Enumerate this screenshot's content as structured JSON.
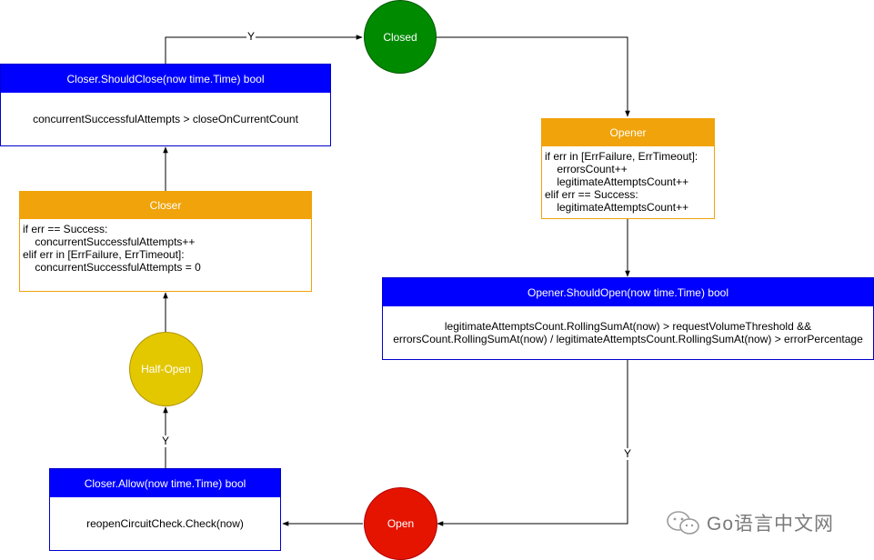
{
  "states": {
    "closed": "Closed",
    "open": "Open",
    "half_open": "Half-Open"
  },
  "closer_should_close": {
    "header": "Closer.ShouldClose(now time.Time) bool",
    "body": "concurrentSuccessfulAttempts > closeOnCurrentCount"
  },
  "closer": {
    "header": "Closer",
    "body": "if err == Success:\n    concurrentSuccessfulAttempts++\nelif err in [ErrFailure, ErrTimeout]:\n    concurrentSuccessfulAttempts = 0"
  },
  "closer_allow": {
    "header": "Closer.Allow(now time.Time) bool",
    "body": "reopenCircuitCheck.Check(now)"
  },
  "opener": {
    "header": "Opener",
    "body": "if err in [ErrFailure, ErrTimeout]:\n    errorsCount++\n    legitimateAttemptsCount++\nelif err == Success:\n    legitimateAttemptsCount++"
  },
  "opener_should_open": {
    "header": "Opener.ShouldOpen(now time.Time) bool",
    "body_line1": "legitimateAttemptsCount.RollingSumAt(now) > requestVolumeThreshold &&",
    "body_line2": "errorsCount.RollingSumAt(now) / legitimateAttemptsCount.RollingSumAt(now) > errorPercentage"
  },
  "edge_labels": {
    "to_closed": "Y",
    "to_open": "Y",
    "to_half_open": "Y"
  },
  "colors": {
    "blue_header": "#0000ff",
    "orange_header": "#f0a30a",
    "closed_fill": "#008a00",
    "open_fill": "#e51400",
    "half_open_fill": "#e3c800"
  },
  "watermark": {
    "icon": "wechat-icon",
    "text": "Go语言中文网"
  }
}
